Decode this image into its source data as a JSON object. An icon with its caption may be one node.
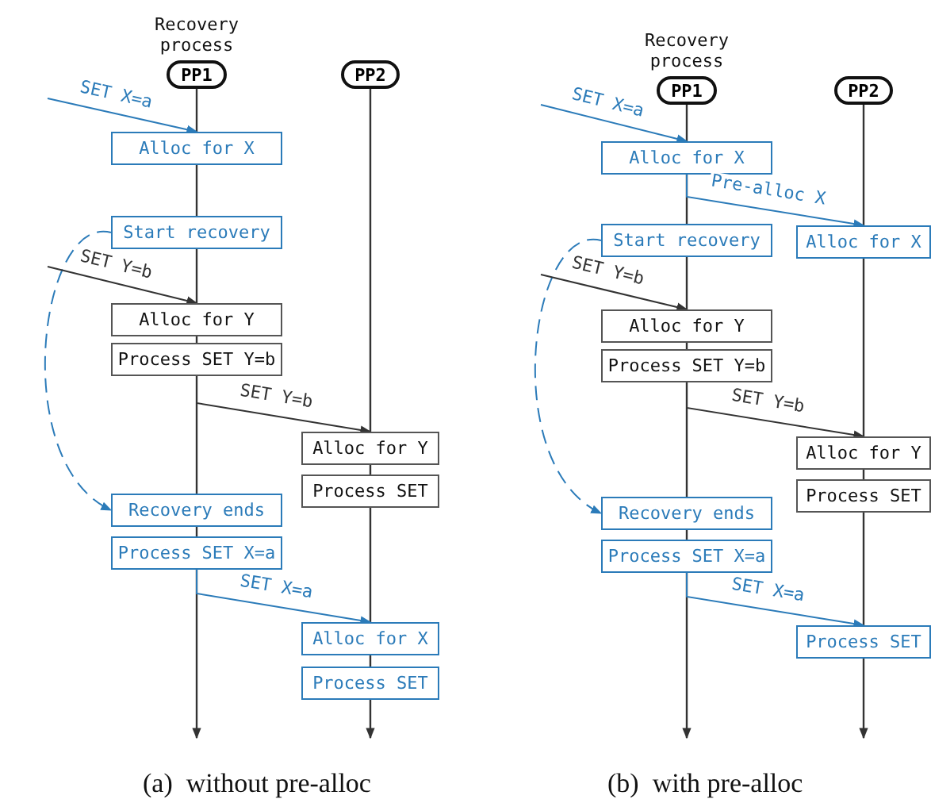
{
  "diagram": {
    "nodes": [
      {
        "text": [
          "PP1"
        ],
        "beside": [
          "Recovery process"
        ]
      },
      {
        "text": [
          "PP2"
        ]
      },
      {
        "text": [
          "Alloc for X"
        ]
      },
      {
        "text": [
          "Start recovery"
        ]
      },
      {
        "text": [
          "Alloc for Y"
        ]
      },
      {
        "text": [
          "Process SET Y=b"
        ]
      },
      {
        "text": [
          "Alloc for Y"
        ]
      },
      {
        "text": [
          "Process SET"
        ]
      },
      {
        "text": [
          "Recovery ends"
        ]
      },
      {
        "text": [
          "Process SET X=a"
        ]
      },
      {
        "text": [
          "Alloc for X"
        ]
      },
      {
        "text": [
          "Process SET"
        ]
      },
      {
        "text": [
          "PP1"
        ],
        "beside": [
          "Recovery process"
        ]
      },
      {
        "text": [
          "PP2"
        ]
      },
      {
        "text": [
          "Alloc for X"
        ]
      },
      {
        "text": [
          "Alloc for X"
        ]
      },
      {
        "text": [
          "Start recovery"
        ]
      },
      {
        "text": [
          "Alloc for Y"
        ]
      },
      {
        "text": [
          "Process SET Y=b"
        ]
      },
      {
        "text": [
          "Alloc for Y"
        ]
      },
      {
        "text": [
          "Process SET"
        ]
      },
      {
        "text": [
          "Recovery ends"
        ]
      },
      {
        "text": [
          "Process SET X=a"
        ]
      },
      {
        "text": [
          "Process SET"
        ]
      }
    ],
    "edges": [
      {
        "from": 0,
        "to": 2,
        "arrow": "none"
      },
      {
        "from": 2,
        "to": 3,
        "arrow": "none"
      },
      {
        "from": 3,
        "to": 4,
        "arrow": "none"
      },
      {
        "from": 4,
        "to": 5,
        "arrow": "none"
      },
      {
        "from": 5,
        "to": 8,
        "arrow": "none"
      },
      {
        "from": 8,
        "to": 9,
        "arrow": "none"
      },
      {
        "from": 9,
        "to": null,
        "arrow": "to"
      },
      {
        "from": 1,
        "to": 6,
        "arrow": "none"
      },
      {
        "from": 6,
        "to": 7,
        "arrow": "none"
      },
      {
        "from": 7,
        "to": 10,
        "arrow": "none"
      },
      {
        "from": 10,
        "to": 11,
        "arrow": "none"
      },
      {
        "from": 11,
        "to": null,
        "arrow": "to"
      },
      {
        "from": null,
        "to": 2,
        "arrow": "to",
        "label": "SET X=a",
        "color": "#2b7bb9"
      },
      {
        "from": 3,
        "to": 8,
        "arrow": "to",
        "style": "dashed",
        "color": "#2b7bb9"
      },
      {
        "from": null,
        "to": 4,
        "arrow": "to",
        "label": "SET Y=b"
      },
      {
        "from": 5,
        "to": 6,
        "arrow": "to",
        "label": "SET Y=b"
      },
      {
        "from": 9,
        "to": 10,
        "arrow": "to",
        "label": "SET X=a",
        "color": "#2b7bb9"
      },
      {
        "from": 12,
        "to": 14,
        "arrow": "none"
      },
      {
        "from": 14,
        "to": 16,
        "arrow": "none"
      },
      {
        "from": 16,
        "to": 17,
        "arrow": "none"
      },
      {
        "from": 17,
        "to": 18,
        "arrow": "none"
      },
      {
        "from": 18,
        "to": 21,
        "arrow": "none"
      },
      {
        "from": 21,
        "to": 22,
        "arrow": "none"
      },
      {
        "from": 22,
        "to": null,
        "arrow": "to"
      },
      {
        "from": 13,
        "to": 15,
        "arrow": "none"
      },
      {
        "from": 15,
        "to": 19,
        "arrow": "none"
      },
      {
        "from": 19,
        "to": 20,
        "arrow": "none"
      },
      {
        "from": 20,
        "to": 23,
        "arrow": "none"
      },
      {
        "from": 23,
        "to": null,
        "arrow": "to"
      },
      {
        "from": null,
        "to": 14,
        "arrow": "to",
        "label": "SET X=a",
        "color": "#2b7bb9"
      },
      {
        "from": 14,
        "to": 15,
        "arrow": "to",
        "label": "Pre-alloc X",
        "color": "#2b7bb9"
      },
      {
        "from": 16,
        "to": 21,
        "arrow": "to",
        "style": "dashed",
        "color": "#2b7bb9"
      },
      {
        "from": null,
        "to": 17,
        "arrow": "to",
        "label": "SET Y=b"
      },
      {
        "from": 18,
        "to": 19,
        "arrow": "to",
        "label": "SET Y=b"
      },
      {
        "from": 22,
        "to": 23,
        "arrow": "to",
        "label": "SET X=a",
        "color": "#2b7bb9"
      }
    ],
    "labels": [
      "(a)  without pre-alloc",
      "(b)  with pre-alloc"
    ]
  }
}
